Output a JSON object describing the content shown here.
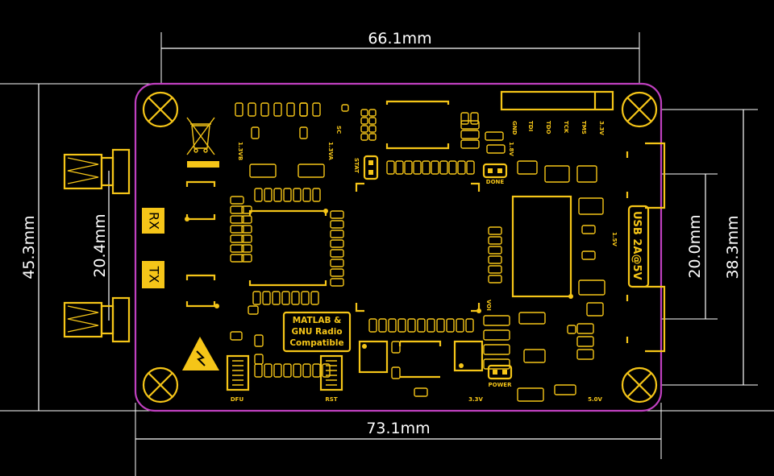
{
  "dimensions": {
    "top_width": "66.1mm",
    "bottom_width": "73.1mm",
    "left_height": "45.3mm",
    "antenna_spacing": "20.4mm",
    "right_mount_spacing": "20.0mm",
    "right_height": "38.3mm"
  },
  "labels": {
    "rx": "RX",
    "tx": "TX",
    "matlab_line1": "MATLAB &",
    "matlab_line2": "GNU Radio",
    "matlab_line3": "Compatible",
    "usb": "USB 2A@5V",
    "dfu": "DFU",
    "rst": "RST",
    "v33": "3.3V",
    "power": "POWER",
    "v50": "5.0V",
    "done": "DONE",
    "stat": "STAT",
    "jtag": [
      "GND",
      "TDI",
      "TDO",
      "TCK",
      "TMS",
      "3.3V"
    ],
    "v18": "1.8V",
    "v13vb": "1.3VB",
    "v13va": "1.3VA",
    "v15": "1.5V",
    "voi": "VOI",
    "sc": "SC"
  },
  "colors": {
    "background": "#000000",
    "board_outline": "#c040c0",
    "silkscreen": "#f5c518",
    "dimension": "#ffffff"
  }
}
